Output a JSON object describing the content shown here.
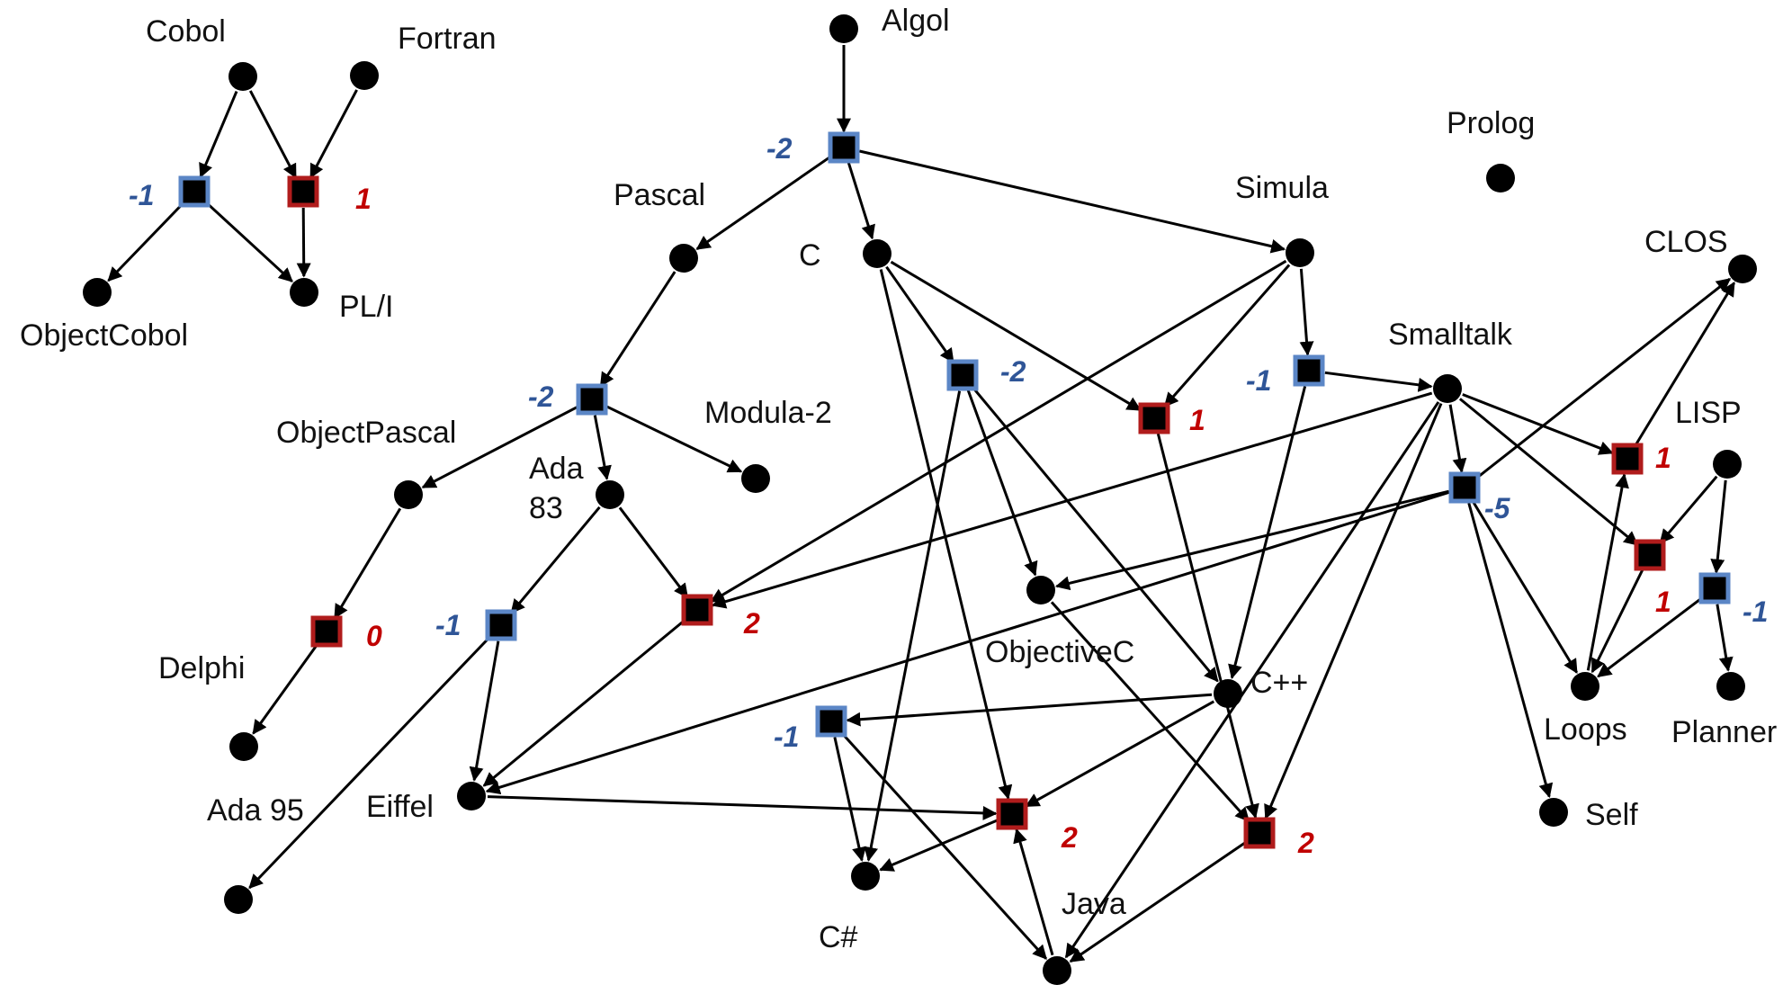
{
  "colors": {
    "ink": "#000000",
    "blue_box": "#5B86C6",
    "red_box": "#B01C1C",
    "blue_number": "#2F5597",
    "red_number": "#C00000"
  },
  "languages": {
    "cobol": "Cobol",
    "fortran": "Fortran",
    "objectcobol": "ObjectCobol",
    "pli": "PL/I",
    "algol": "Algol",
    "pascal": "Pascal",
    "c": "C",
    "simula": "Simula",
    "prolog": "Prolog",
    "clos": "CLOS",
    "smalltalk": "Smalltalk",
    "lisp": "LISP",
    "objectpascal": "ObjectPascal",
    "modula2": "Modula-2",
    "ada83_line1": "Ada",
    "ada83_line2": "83",
    "delphi": "Delphi",
    "objectivec": "ObjectiveC",
    "cpp": "C++",
    "loops": "Loops",
    "planner": "Planner",
    "ada95": "Ada 95",
    "eiffel": "Eiffel",
    "self": "Self",
    "csharp": "C#",
    "java": "Java"
  },
  "weights": {
    "cobol_fortran_split": "-1",
    "cobol_fortran_merge": "1",
    "algol_split": "-2",
    "pascal_split": "-2",
    "c_split": "-2",
    "c_simula_merge": "1",
    "simula_split": "-1",
    "smalltalk_split": "-5",
    "smalltalk_lisp_merge": "1",
    "smalltalk_lisp_merge_2": "1",
    "lisp_split": "-1",
    "objectpascal_merge": "0",
    "ada83_split": "-1",
    "ada_merge": "2",
    "eiffel_merge": "2",
    "java_merge": "2",
    "cpp_split": "-1"
  }
}
